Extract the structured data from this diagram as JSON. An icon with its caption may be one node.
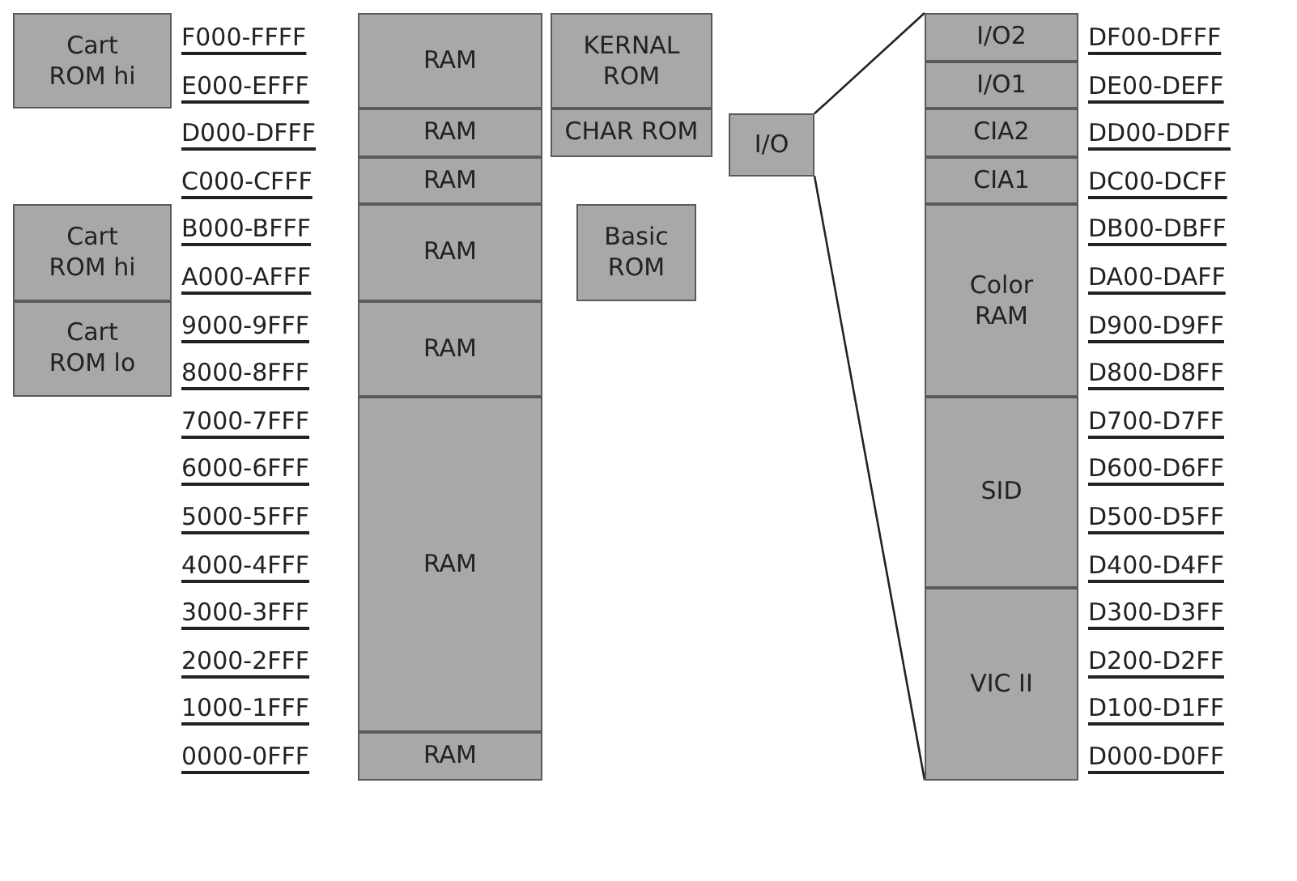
{
  "diagram": {
    "nodes": [
      {
        "text": [
          "Cart ROM hi"
        ]
      },
      {
        "text": [
          "Cart ROM hi"
        ]
      },
      {
        "text": [
          "Cart ROM lo"
        ]
      },
      {
        "text": [
          "RAM"
        ]
      },
      {
        "text": [
          "RAM"
        ]
      },
      {
        "text": [
          "RAM"
        ]
      },
      {
        "text": [
          "RAM"
        ]
      },
      {
        "text": [
          "RAM"
        ]
      },
      {
        "text": [
          "RAM"
        ]
      },
      {
        "text": [
          "RAM"
        ]
      },
      {
        "text": [
          "KERNAL ROM"
        ]
      },
      {
        "text": [
          "CHAR ROM"
        ]
      },
      {
        "text": [
          "Basic ROM"
        ]
      },
      {
        "text": [
          "I/O"
        ]
      },
      {
        "text": [
          "I/O2"
        ]
      },
      {
        "text": [
          "I/O1"
        ]
      },
      {
        "text": [
          "CIA2"
        ]
      },
      {
        "text": [
          "CIA1"
        ]
      },
      {
        "text": [
          "Color RAM"
        ]
      },
      {
        "text": [
          "SID"
        ]
      },
      {
        "text": [
          "VIC II"
        ]
      }
    ],
    "edges": [
      {
        "from": 13,
        "to": 14,
        "arrow": "none"
      },
      {
        "from": 13,
        "to": 20,
        "arrow": "none"
      }
    ],
    "labels": [
      "F000-FFFF",
      "E000-EFFF",
      "D000-DFFF",
      "C000-CFFF",
      "B000-BFFF",
      "A000-AFFF",
      "9000-9FFF",
      "8000-8FFF",
      "7000-7FFF",
      "6000-6FFF",
      "5000-5FFF",
      "4000-4FFF",
      "3000-3FFF",
      "2000-2FFF",
      "1000-1FFF",
      "0000-0FFF",
      "DF00-DFFF",
      "DE00-DEFF",
      "DD00-DDFF",
      "DC00-DCFF",
      "DB00-DBFF",
      "DA00-DAFF",
      "D900-D9FF",
      "D800-D8FF",
      "D700-D7FF",
      "D600-D6FF",
      "D500-D5FF",
      "D400-D4FF",
      "D300-D3FF",
      "D200-D2FF",
      "D100-D1FF",
      "D000-D0FF"
    ]
  }
}
